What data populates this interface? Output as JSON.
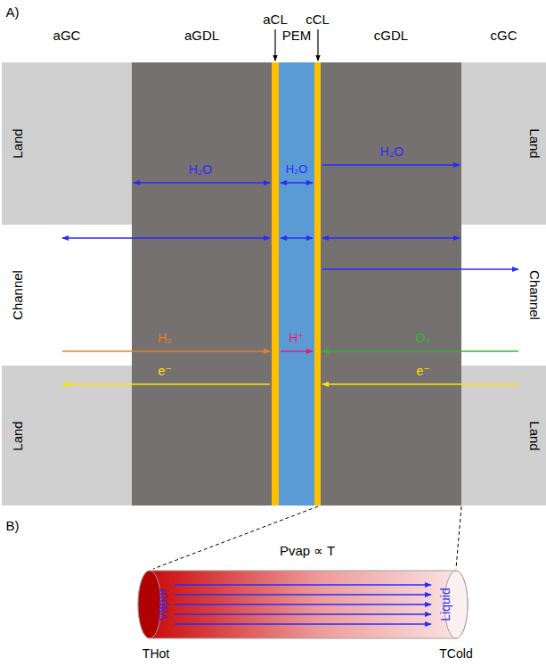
{
  "diagram": {
    "nodes": [
      {
        "text": [
          "aGC"
        ]
      },
      {
        "text": [
          "Land"
        ],
        "in": 0
      },
      {
        "text": [
          "Channel"
        ],
        "in": 0
      },
      {
        "text": [
          "Land"
        ],
        "in": 0
      },
      {
        "text": [
          "aGDL"
        ]
      },
      {
        "text": [
          "aCL"
        ]
      },
      {
        "text": [
          "PEM"
        ]
      },
      {
        "text": [
          "cCL"
        ]
      },
      {
        "text": [
          "cGDL"
        ]
      },
      {
        "text": [
          "cGC"
        ]
      },
      {
        "text": [
          "Land"
        ],
        "in": 9
      },
      {
        "text": [
          "Channel"
        ],
        "in": 9
      },
      {
        "text": [
          "Land"
        ],
        "in": 9
      },
      {
        "text": [
          "Vapor",
          "Liquid"
        ]
      }
    ],
    "labels": [
      "A)",
      "H₂O",
      "H₂O",
      "H₂O",
      "H₂",
      "H⁺",
      "O₂",
      "e⁻",
      "e⁻",
      "B)",
      "Pvap ∝ T",
      "THot",
      "TCold"
    ]
  }
}
